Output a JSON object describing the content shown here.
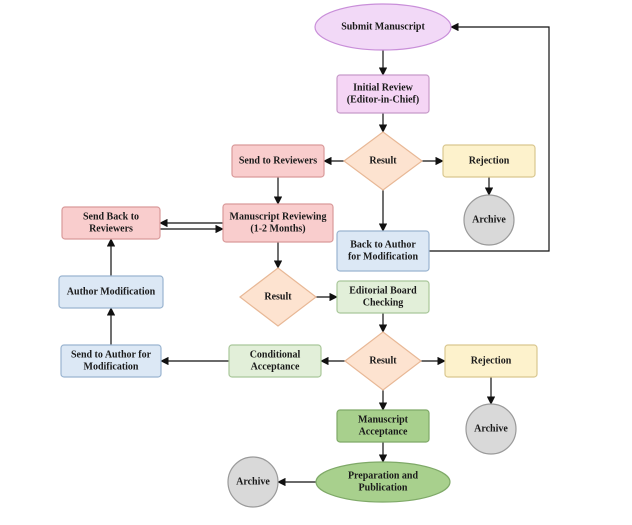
{
  "diagram": {
    "nodes": {
      "submit": {
        "lines": [
          "Submit Manuscript"
        ],
        "shape": "ellipse",
        "fill": "#f2d9f7",
        "stroke": "#c98fd9"
      },
      "initial_review": {
        "lines": [
          "Initial Review",
          "(Editor-in-Chief)"
        ],
        "shape": "box",
        "fill": "#f5d5f5",
        "stroke": "#c79ac9"
      },
      "result1": {
        "lines": [
          "Result"
        ],
        "shape": "diamond",
        "fill": "#fde3d0",
        "stroke": "#e8b896"
      },
      "send_reviewers": {
        "lines": [
          "Send to Reviewers"
        ],
        "shape": "box",
        "fill": "#f9cdcd",
        "stroke": "#d99a9a"
      },
      "rejection1": {
        "lines": [
          "Rejection"
        ],
        "shape": "box",
        "fill": "#fdf2cc",
        "stroke": "#d9c78f"
      },
      "archive1": {
        "lines": [
          "Archive"
        ],
        "shape": "circle",
        "fill": "#d9d9d9",
        "stroke": "#9a9a9a"
      },
      "send_back_reviewers": {
        "lines": [
          "Send Back to",
          "Reviewers"
        ],
        "shape": "box",
        "fill": "#f9cdcd",
        "stroke": "#d99a9a"
      },
      "ms_reviewing": {
        "lines": [
          "Manuscript Reviewing",
          "(1-2 Months)"
        ],
        "shape": "box",
        "fill": "#f9cdcd",
        "stroke": "#d99a9a"
      },
      "back_author": {
        "lines": [
          "Back to Author",
          "for Modification"
        ],
        "shape": "box",
        "fill": "#dce8f5",
        "stroke": "#9ab4d0"
      },
      "author_mod": {
        "lines": [
          "Author Modification"
        ],
        "shape": "box",
        "fill": "#dce8f5",
        "stroke": "#9ab4d0"
      },
      "result2": {
        "lines": [
          "Result"
        ],
        "shape": "diamond",
        "fill": "#fde3d0",
        "stroke": "#e8b896"
      },
      "editorial_board": {
        "lines": [
          "Editorial Board",
          "Checking"
        ],
        "shape": "box",
        "fill": "#e2efd9",
        "stroke": "#a9c79a"
      },
      "send_author_mod": {
        "lines": [
          "Send to Author for",
          "Modification"
        ],
        "shape": "box",
        "fill": "#dce8f5",
        "stroke": "#9ab4d0"
      },
      "conditional": {
        "lines": [
          "Conditional",
          "Acceptance"
        ],
        "shape": "box",
        "fill": "#e2efd9",
        "stroke": "#a9c79a"
      },
      "result3": {
        "lines": [
          "Result"
        ],
        "shape": "diamond",
        "fill": "#fde3d0",
        "stroke": "#e8b896"
      },
      "rejection2": {
        "lines": [
          "Rejection"
        ],
        "shape": "box",
        "fill": "#fdf2cc",
        "stroke": "#d9c78f"
      },
      "archive2": {
        "lines": [
          "Archive"
        ],
        "shape": "circle",
        "fill": "#d9d9d9",
        "stroke": "#9a9a9a"
      },
      "ms_acceptance": {
        "lines": [
          "Manuscript",
          "Acceptance"
        ],
        "shape": "box",
        "fill": "#a8d08d",
        "stroke": "#7fa968"
      },
      "preparation": {
        "lines": [
          "Preparation and",
          "Publication"
        ],
        "shape": "ellipse",
        "fill": "#a8d08d",
        "stroke": "#7fa968"
      },
      "archive3": {
        "lines": [
          "Archive"
        ],
        "shape": "circle",
        "fill": "#d9d9d9",
        "stroke": "#9a9a9a"
      }
    },
    "edges": [
      [
        "submit",
        "initial_review"
      ],
      [
        "initial_review",
        "result1"
      ],
      [
        "result1",
        "send_reviewers"
      ],
      [
        "result1",
        "rejection1"
      ],
      [
        "result1",
        "back_author"
      ],
      [
        "rejection1",
        "archive1"
      ],
      [
        "back_author",
        "submit"
      ],
      [
        "send_reviewers",
        "ms_reviewing"
      ],
      [
        "ms_reviewing",
        "send_back_reviewers"
      ],
      [
        "ms_reviewing",
        "result2"
      ],
      [
        "result2",
        "editorial_board"
      ],
      [
        "editorial_board",
        "result3"
      ],
      [
        "result3",
        "conditional"
      ],
      [
        "result3",
        "rejection2"
      ],
      [
        "result3",
        "ms_acceptance"
      ],
      [
        "rejection2",
        "archive2"
      ],
      [
        "conditional",
        "send_author_mod"
      ],
      [
        "send_author_mod",
        "author_mod"
      ],
      [
        "author_mod",
        "send_back_reviewers"
      ],
      [
        "send_back_reviewers",
        "ms_reviewing"
      ],
      [
        "ms_acceptance",
        "preparation"
      ],
      [
        "preparation",
        "archive3"
      ]
    ]
  }
}
